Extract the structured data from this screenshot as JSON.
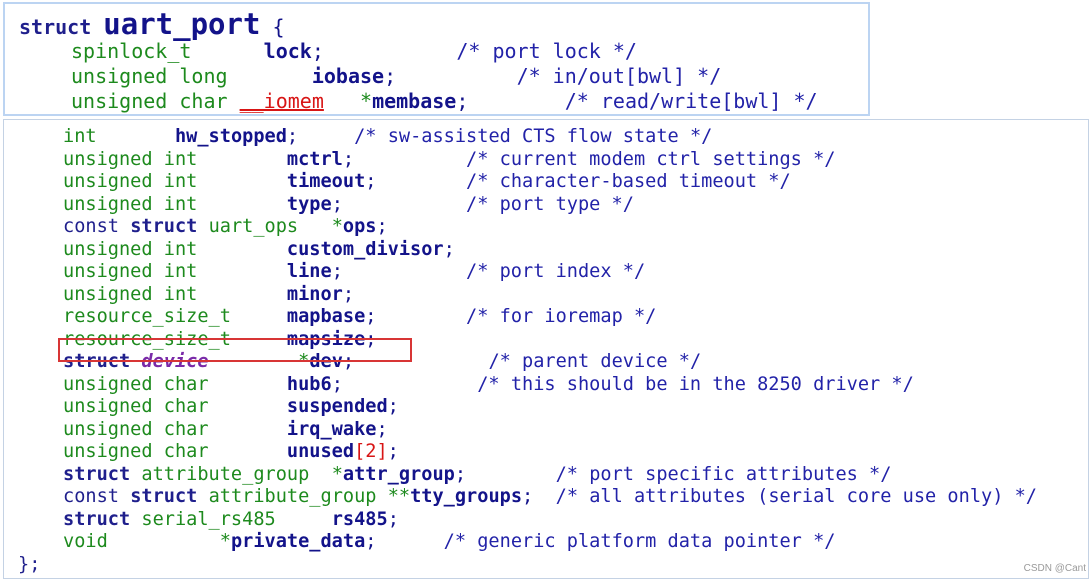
{
  "header": {
    "keyword": "struct",
    "struct_name": "uart_port",
    "open_brace": "{"
  },
  "header_fields": [
    {
      "type": "spinlock_t",
      "name": "lock",
      "punct": ";",
      "comment": "/* port lock */"
    },
    {
      "type": "unsigned long",
      "name": "iobase",
      "punct": ";",
      "comment": "/* in/out[bwl] */"
    },
    {
      "type": "unsigned char",
      "attr": "__iomem",
      "ptr": "*",
      "name": "membase",
      "punct": ";",
      "comment": "/* read/write[bwl] */"
    }
  ],
  "fields": [
    {
      "type": "int",
      "name": "hw_stopped",
      "punct": ";",
      "comment": "/* sw-assisted CTS flow state */"
    },
    {
      "type": "unsigned int",
      "name": "mctrl",
      "punct": ";",
      "comment": "/* current modem ctrl settings */"
    },
    {
      "type": "unsigned int",
      "name": "timeout",
      "punct": ";",
      "comment": "/* character-based timeout */"
    },
    {
      "type": "unsigned int",
      "name": "type",
      "punct": ";",
      "comment": "/* port type */"
    },
    {
      "qual": "const",
      "kw": "struct",
      "type": "uart_ops",
      "ptr": "*",
      "name": "ops",
      "punct": ";",
      "comment": "",
      "highlighted": true
    },
    {
      "type": "unsigned int",
      "name": "custom_divisor",
      "punct": ";",
      "comment": ""
    },
    {
      "type": "unsigned int",
      "name": "line",
      "punct": ";",
      "comment": "/* port index */"
    },
    {
      "type": "unsigned int",
      "name": "minor",
      "punct": ";",
      "comment": ""
    },
    {
      "type": "resource_size_t",
      "name": "mapbase",
      "punct": ";",
      "comment": "/* for ioremap */"
    },
    {
      "type": "resource_size_t",
      "name": "mapsize",
      "punct": ";",
      "comment": ""
    },
    {
      "kw": "struct",
      "type": "device",
      "ptr": "*",
      "name": "dev",
      "punct": ";",
      "comment": "/* parent device */"
    },
    {
      "type": "unsigned char",
      "name": "hub6",
      "punct": ";",
      "comment": "/* this should be in the 8250 driver */"
    },
    {
      "type": "unsigned char",
      "name": "suspended",
      "punct": ";",
      "comment": ""
    },
    {
      "type": "unsigned char",
      "name": "irq_wake",
      "punct": ";",
      "comment": ""
    },
    {
      "type": "unsigned char",
      "name": "unused",
      "array": "[2]",
      "punct": ";",
      "comment": ""
    },
    {
      "kw": "struct",
      "type": "attribute_group",
      "ptr": "*",
      "name": "attr_group",
      "punct": ";",
      "comment": "/* port specific attributes */"
    },
    {
      "qual": "const",
      "kw": "struct",
      "type": "attribute_group",
      "ptr": "**",
      "name": "tty_groups",
      "punct": ";",
      "comment": "/* all attributes (serial core use only) */"
    },
    {
      "kw": "struct",
      "type": "serial_rs485",
      "name": "rs485",
      "punct": ";",
      "comment": ""
    },
    {
      "type": "void",
      "ptr": "*",
      "name": "private_data",
      "punct": ";",
      "comment": "/* generic platform data pointer */"
    }
  ],
  "closing": "};",
  "watermark": "CSDN @Cant"
}
